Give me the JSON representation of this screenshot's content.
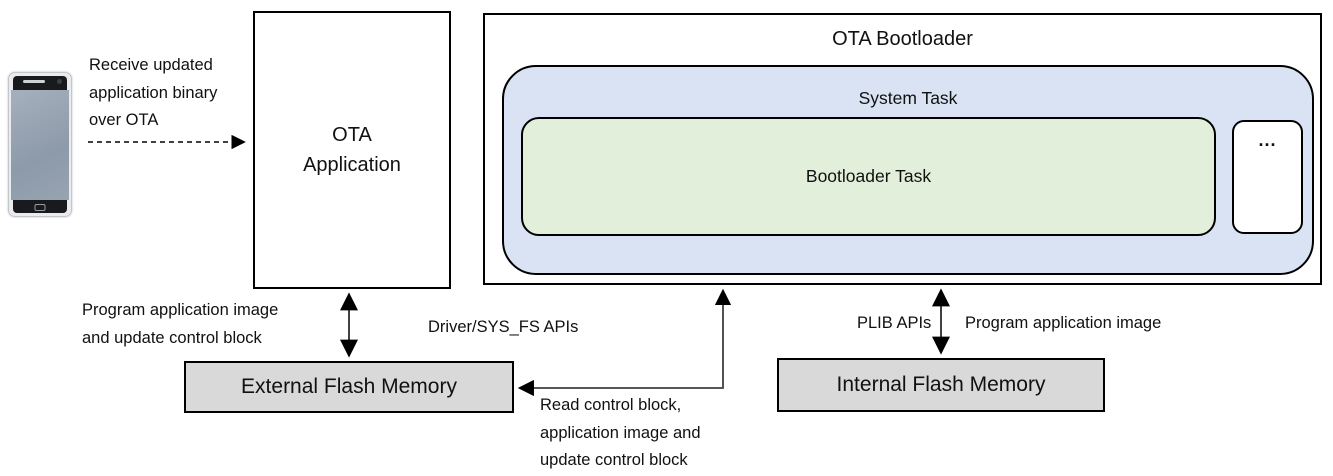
{
  "nodes": {
    "ota_application": {
      "label": "OTA\nApplication"
    },
    "ota_bootloader": {
      "title": "OTA Bootloader"
    },
    "system_task": {
      "label": "System Task"
    },
    "bootloader_task": {
      "label": "Bootloader Task"
    },
    "other_tasks": {
      "label": "..."
    },
    "external_flash": {
      "label": "External Flash Memory"
    },
    "internal_flash": {
      "label": "Internal Flash Memory"
    }
  },
  "labels": {
    "receive_ota": "Receive updated\napplication binary\nover OTA",
    "program_external": "Program application image\nand update control block",
    "driver_apis": "Driver/SYS_FS APIs",
    "plib_apis": "PLIB APIs",
    "program_internal": "Program application image",
    "read_control": "Read control block,\napplication image and\nupdate control block"
  },
  "icons": {
    "phone": "smartphone-icon"
  },
  "colors": {
    "system_task_fill": "#dae3f3",
    "bootloader_task_fill": "#e2efda",
    "memory_fill": "#d9d9d9",
    "border": "#000000",
    "connector": "#404040"
  }
}
